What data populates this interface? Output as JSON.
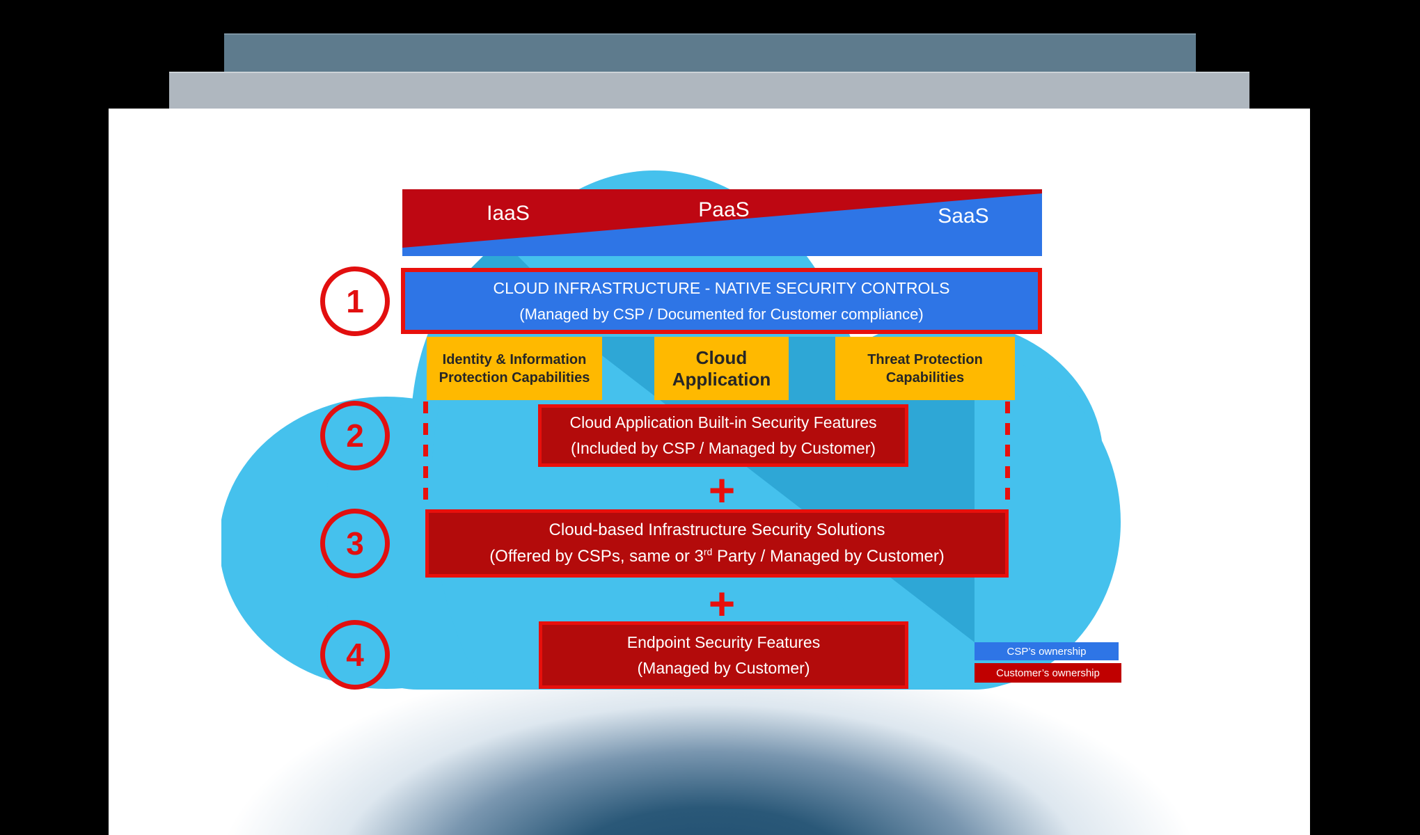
{
  "colors": {
    "canvas-bg": "#000000",
    "page-bg": "#ffffff",
    "chrome-dark": "#5e7b8d",
    "chrome-light": "#afb7bf",
    "brand-blue": "#2e75e6",
    "wedge-red": "#be0712",
    "box-red-fill": "#b30b0b",
    "box-red-border": "#e8100c",
    "yellow": "#ffb900",
    "yellow-text": "#262626",
    "cloud-light": "#45c1ed",
    "cloud-dark": "#2ea7d6",
    "circle-red": "#e20f0f",
    "legend-blue": "#2e75e6",
    "legend-red": "#c00000",
    "shadow-blue": "#1e4c6e"
  },
  "service_bar": {
    "labels": [
      "IaaS",
      "PaaS",
      "SaaS"
    ]
  },
  "steps": [
    "1",
    "2",
    "3",
    "4"
  ],
  "row1": {
    "line1": "CLOUD INFRASTRUCTURE - NATIVE SECURITY CONTROLS",
    "line2": "(Managed by CSP / Documented for Customer compliance)"
  },
  "yellow_boxes": [
    {
      "line1": "Identity & Information",
      "line2": "Protection Capabilities"
    },
    {
      "line1": "Cloud",
      "line2": "Application"
    },
    {
      "line1": "Threat Protection",
      "line2": "Capabilities"
    }
  ],
  "row2": {
    "line1": "Cloud Application Built-in Security Features",
    "line2": "(Included by CSP / Managed by Customer)"
  },
  "row3": {
    "line1": "Cloud-based Infrastructure Security Solutions",
    "line2_pre": "(Offered by CSPs, same or 3",
    "line2_sup": "rd",
    "line2_post": " Party / Managed by Customer)"
  },
  "row4": {
    "line1": "Endpoint Security Features",
    "line2": "(Managed by Customer)"
  },
  "plus_sign": "+",
  "legend": {
    "csp": "CSP’s ownership",
    "customer": "Customer’s ownership"
  }
}
